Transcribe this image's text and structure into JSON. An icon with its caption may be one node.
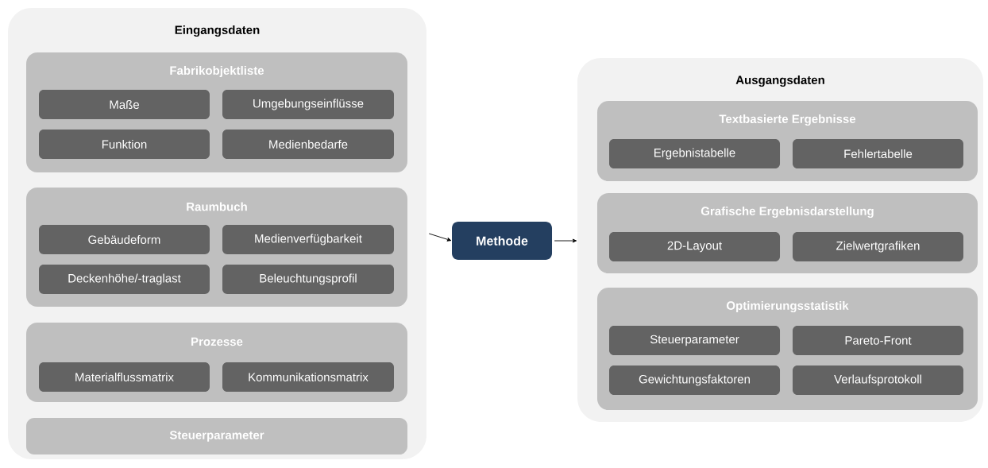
{
  "diagram": {
    "nodes": [
      {
        "text": [
          "Eingangsdaten"
        ]
      },
      {
        "text": [
          "Fabrikobjektliste"
        ],
        "in": 0
      },
      {
        "text": [
          "Maße"
        ],
        "in": 1
      },
      {
        "text": [
          "Umgebungseinflüsse"
        ],
        "in": 1
      },
      {
        "text": [
          "Funktion"
        ],
        "in": 1
      },
      {
        "text": [
          "Medienbedarfe"
        ],
        "in": 1
      },
      {
        "text": [
          "Raumbuch"
        ],
        "in": 0
      },
      {
        "text": [
          "Gebäudeform"
        ],
        "in": 6
      },
      {
        "text": [
          "Medienverfügbarkeit"
        ],
        "in": 6
      },
      {
        "text": [
          "Deckenhöhe/-traglast"
        ],
        "in": 6
      },
      {
        "text": [
          "Beleuchtungsprofil"
        ],
        "in": 6
      },
      {
        "text": [
          "Prozesse"
        ],
        "in": 0
      },
      {
        "text": [
          "Materialflussmatrix"
        ],
        "in": 11
      },
      {
        "text": [
          "Kommunikationsmatrix"
        ],
        "in": 11
      },
      {
        "text": [
          "Steuerparameter"
        ],
        "in": 0
      },
      {
        "text": [
          "Methode"
        ]
      },
      {
        "text": [
          "Ausgangsdaten"
        ]
      },
      {
        "text": [
          "Textbasierte Ergebnisse"
        ],
        "in": 16
      },
      {
        "text": [
          "Ergebnistabelle"
        ],
        "in": 17
      },
      {
        "text": [
          "Fehlertabelle"
        ],
        "in": 17
      },
      {
        "text": [
          "Grafische Ergebnisdarstellung"
        ],
        "in": 16
      },
      {
        "text": [
          "2D-Layout"
        ],
        "in": 20
      },
      {
        "text": [
          "Zielwertgrafiken"
        ],
        "in": 20
      },
      {
        "text": [
          "Optimierungsstatistik"
        ],
        "in": 16
      },
      {
        "text": [
          "Steuerparameter"
        ],
        "in": 23
      },
      {
        "text": [
          "Pareto-Front"
        ],
        "in": 23
      },
      {
        "text": [
          "Gewichtungsfaktoren"
        ],
        "in": 23
      },
      {
        "text": [
          "Verlaufsprotokoll"
        ],
        "in": 23
      }
    ],
    "edges": [
      {
        "from": 0,
        "to": 15,
        "arrow": "to"
      },
      {
        "from": 15,
        "to": 16,
        "arrow": "to"
      }
    ]
  }
}
